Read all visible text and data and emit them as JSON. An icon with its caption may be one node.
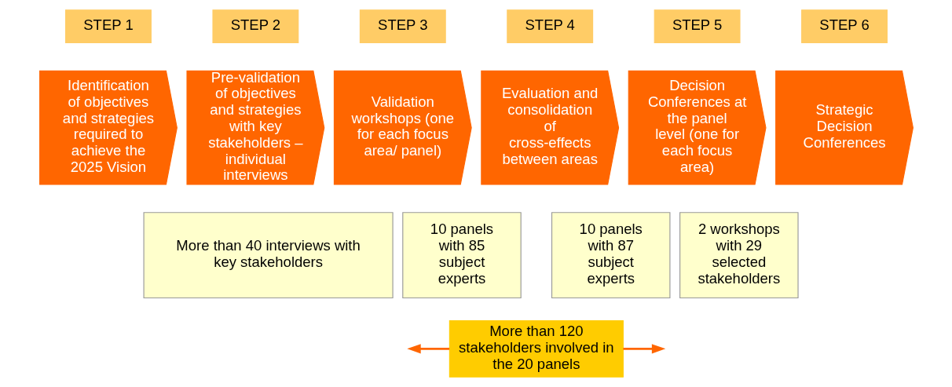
{
  "diagram": {
    "nodes": [
      {
        "text": [
          "STEP 1"
        ]
      },
      {
        "text": [
          "STEP 2"
        ]
      },
      {
        "text": [
          "STEP 3"
        ]
      },
      {
        "text": [
          "STEP 4"
        ]
      },
      {
        "text": [
          "STEP 5"
        ]
      },
      {
        "text": [
          "STEP 6"
        ]
      },
      {
        "text": [
          "Identification of objectives and strategies required to achieve the 2025 Vision"
        ]
      },
      {
        "text": [
          "Pre-validation of objectives and strategies with key stakeholders – individual interviews"
        ]
      },
      {
        "text": [
          "Validation workshops (one for each focus area/ panel)"
        ]
      },
      {
        "text": [
          "Evaluation and consolidation of cross-effects between areas"
        ]
      },
      {
        "text": [
          "Decision Conferences at the panel level (one for each focus area)"
        ]
      },
      {
        "text": [
          "Strategic Decision Conferences"
        ]
      },
      {
        "text": [
          "More than 40 interviews with key stakeholders"
        ]
      },
      {
        "text": [
          "10 panels with 85 subject experts"
        ]
      },
      {
        "text": [
          "10 panels with 87 subject experts"
        ]
      },
      {
        "text": [
          "2 workshops with 29 selected stakeholders"
        ]
      },
      {
        "text": [
          "More than 120 stakeholders involved in the 20 panels"
        ]
      }
    ],
    "edges": [
      {
        "from": 16,
        "to": null,
        "arrow": "to"
      },
      {
        "from": 16,
        "to": null,
        "arrow": "to"
      }
    ]
  }
}
